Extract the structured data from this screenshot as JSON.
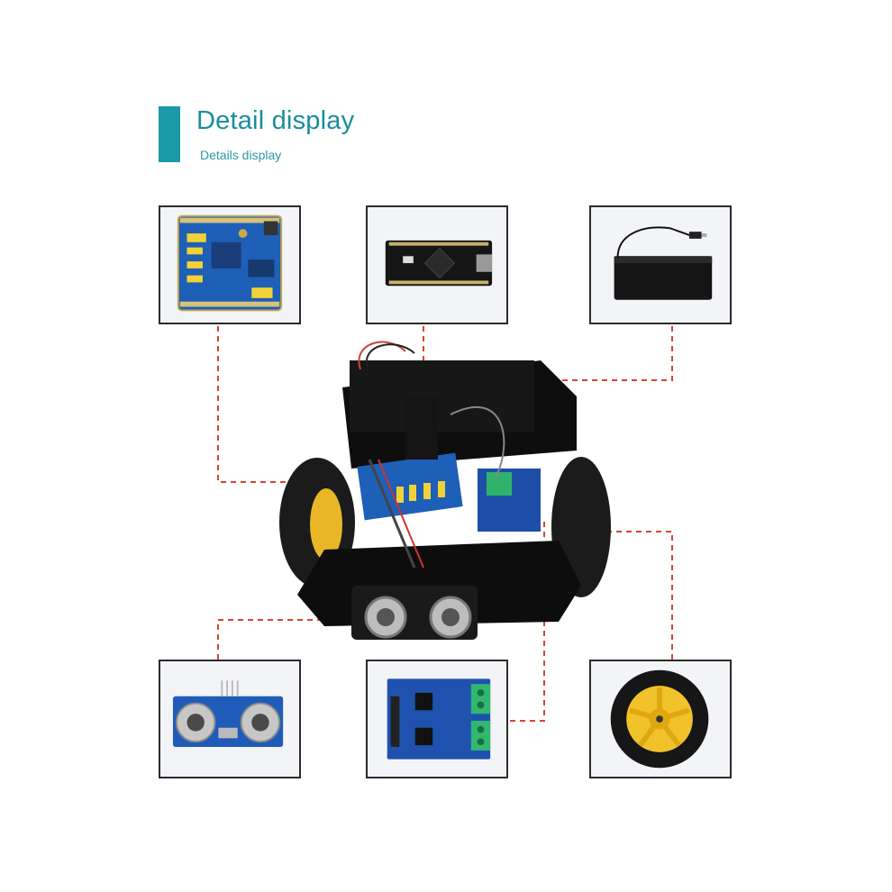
{
  "header": {
    "title": "Detail display",
    "subtitle": "Details display",
    "accent_color": "#1a9aa6"
  },
  "components": [
    {
      "slot": "top-left",
      "icon": "sensor-shield-board-icon"
    },
    {
      "slot": "top-center",
      "icon": "nano-board-icon"
    },
    {
      "slot": "top-right",
      "icon": "battery-box-icon"
    },
    {
      "slot": "bottom-left",
      "icon": "ultrasonic-sensor-icon"
    },
    {
      "slot": "bottom-center",
      "icon": "motor-driver-board-icon"
    },
    {
      "slot": "bottom-right",
      "icon": "wheel-icon"
    }
  ],
  "center_image": {
    "icon": "robot-car-image"
  },
  "connector_color": "#d9442f"
}
